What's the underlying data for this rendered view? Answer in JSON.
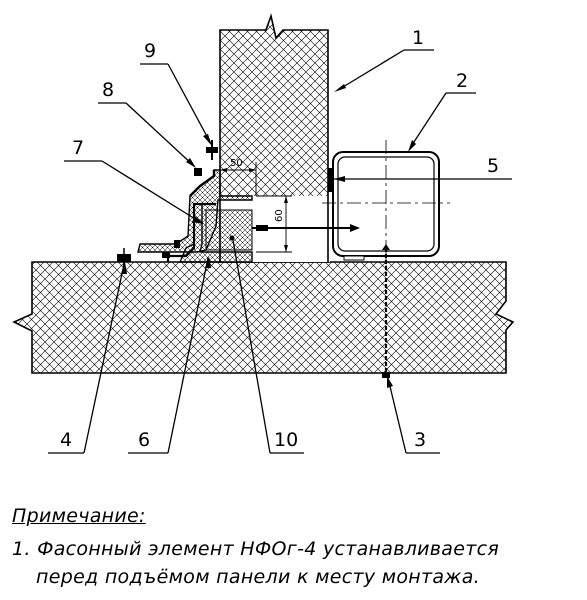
{
  "callouts": {
    "c1": "1",
    "c2": "2",
    "c3": "3",
    "c4": "4",
    "c5": "5",
    "c6": "6",
    "c7": "7",
    "c8": "8",
    "c9": "9",
    "c10": "10"
  },
  "dimensions": {
    "horizontal": "50",
    "vertical": "60"
  },
  "note": {
    "title": "Примечание:",
    "line1": "1. Фасонный элемент НФОг-4 устанавливается",
    "line2": "перед подъёмом панели к месту монтажа."
  }
}
